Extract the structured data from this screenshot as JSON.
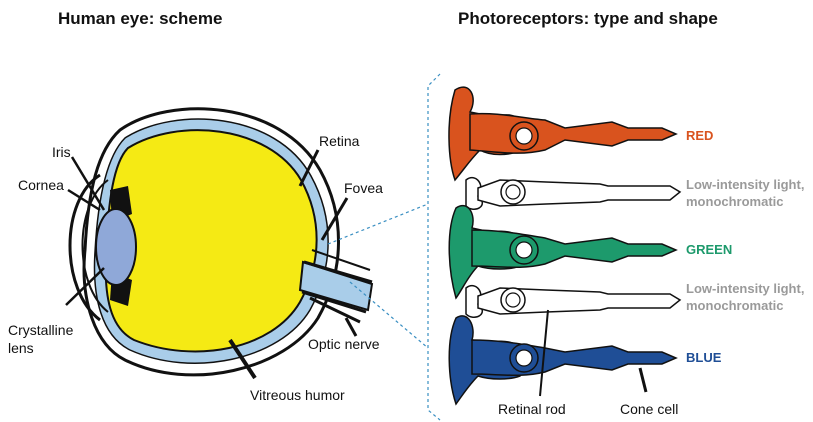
{
  "left": {
    "title": "Human eye: scheme",
    "labels": {
      "iris": "Iris",
      "cornea": "Cornea",
      "crystalline_lens_1": "Crystalline",
      "crystalline_lens_2": "lens",
      "retina": "Retina",
      "fovea": "Fovea",
      "optic_nerve": "Optic nerve",
      "vitreous_humor": "Vitreous humor"
    }
  },
  "right": {
    "title": "Photoreceptors: type and shape",
    "receptors": [
      {
        "line1": "RED",
        "line2": "",
        "color": "#d9531e"
      },
      {
        "line1": "Low-intensity light,",
        "line2": "monochromatic",
        "color": "#9a9a9a"
      },
      {
        "line1": "GREEN",
        "line2": "",
        "color": "#1d9a6c"
      },
      {
        "line1": "Low-intensity light,",
        "line2": "monochromatic",
        "color": "#9a9a9a"
      },
      {
        "line1": "BLUE",
        "line2": "",
        "color": "#1f4e96"
      }
    ],
    "retinal_rod": "Retinal rod",
    "cone_cell": "Cone cell"
  },
  "colors": {
    "vitreous": "#f5ea14",
    "lens": "#8fa8d8",
    "retina_layer": "#a9cde9",
    "outline": "#111111"
  }
}
